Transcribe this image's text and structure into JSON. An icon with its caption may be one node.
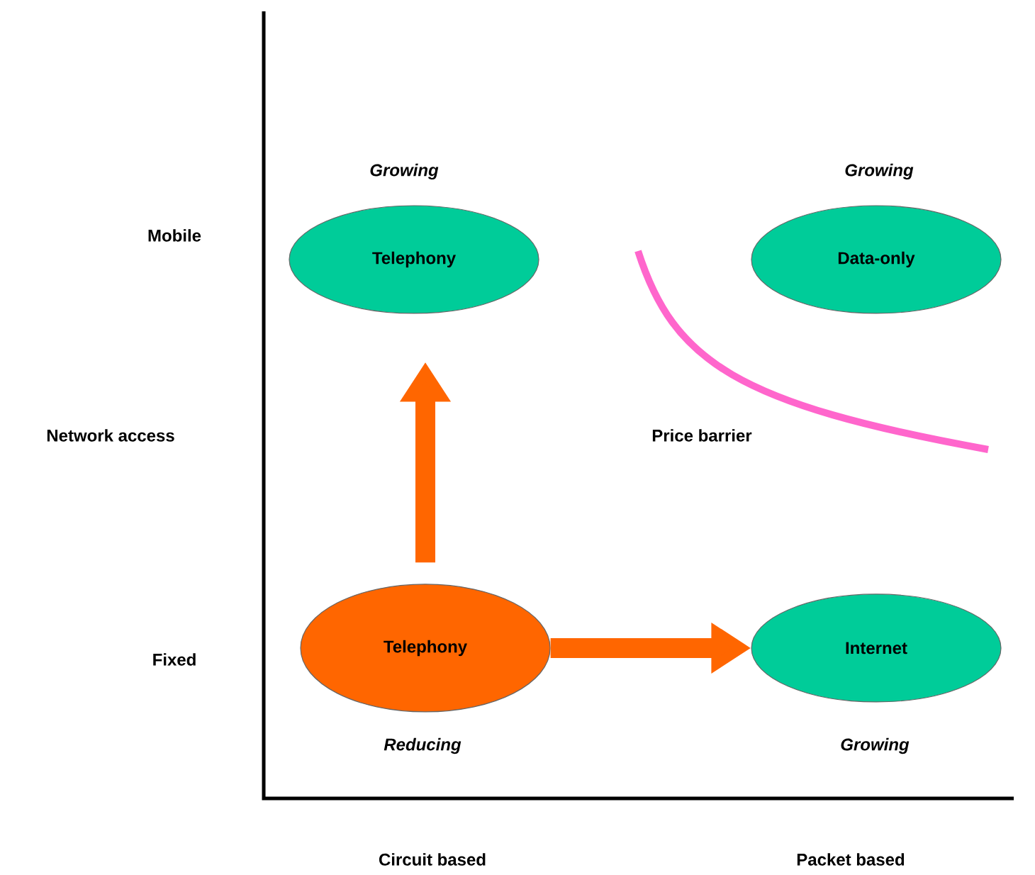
{
  "diagram": {
    "nodes": [
      {
        "text": [
          "Telephony"
        ],
        "beside": [
          "Growing"
        ]
      },
      {
        "text": [
          "Data-only"
        ],
        "beside": [
          "Growing"
        ]
      },
      {
        "text": [
          "Telephony"
        ],
        "beside": [
          "Reducing"
        ]
      },
      {
        "text": [
          "Internet"
        ],
        "beside": [
          "Growing"
        ]
      }
    ],
    "edges": [
      {
        "from": 2,
        "to": 0,
        "arrow": "to"
      },
      {
        "from": 2,
        "to": 3,
        "arrow": "to"
      }
    ],
    "labels": [
      "Mobile",
      "Network access",
      "Fixed",
      "Price barrier",
      "Circuit based",
      "Packet based"
    ]
  }
}
